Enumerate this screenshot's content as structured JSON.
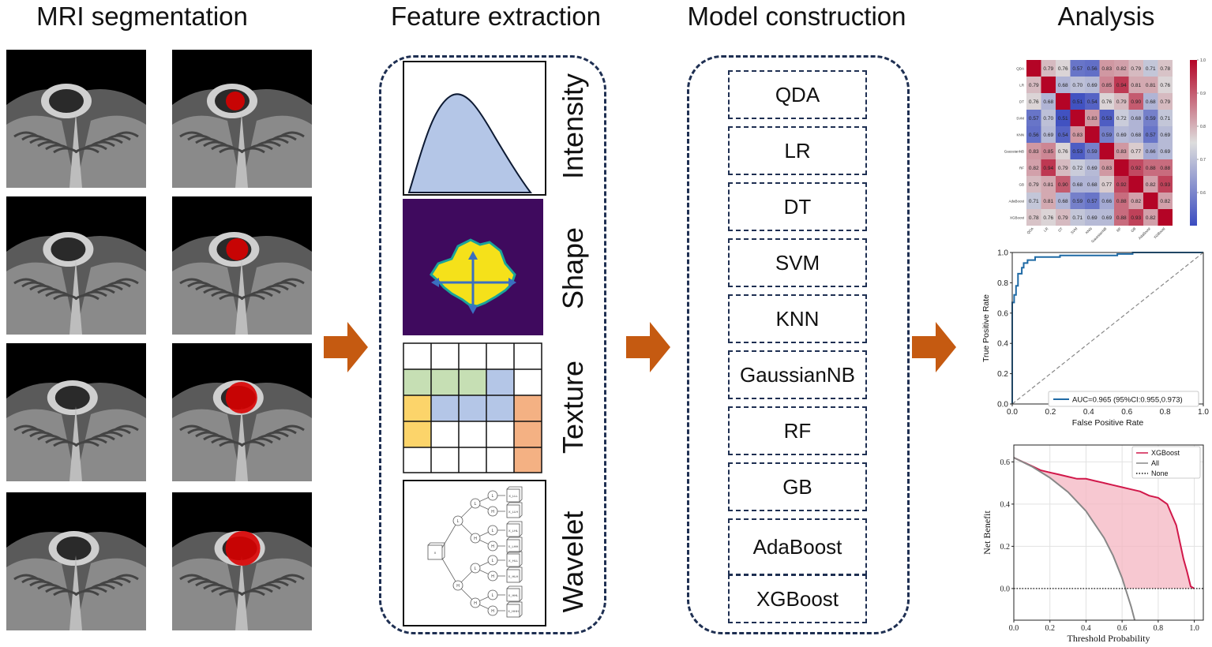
{
  "titles": {
    "mri": "MRI segmentation",
    "features": "Feature extraction",
    "models": "Model construction",
    "analysis": "Analysis"
  },
  "features": [
    "Intensity",
    "Shape",
    "Texture",
    "Wavelet"
  ],
  "models": [
    "QDA",
    "LR",
    "DT",
    "SVM",
    "KNN",
    "GaussianNB",
    "RF",
    "GB",
    "AdaBoost",
    "XGBoost"
  ],
  "colors": {
    "arrow": "#c55a11",
    "dash": "#1e2f52",
    "tumor": "#d80000",
    "shape_bg": "#3f0a5e",
    "shape_fg": "#f5e11a"
  },
  "wavelet": {
    "root": "X",
    "level1": [
      "L",
      "H"
    ],
    "level2": [
      "L",
      "H",
      "L",
      "H"
    ],
    "leaves": [
      "X_LLL",
      "X_LLH",
      "X_LHL",
      "X_LHH",
      "X_HLL",
      "X_HLH",
      "X_HHL",
      "X_HHH"
    ]
  },
  "chart_data": [
    {
      "type": "heatmap",
      "labels": [
        "QDA",
        "LR",
        "DT",
        "SVM",
        "KNN",
        "GaussianNB",
        "RF",
        "GB",
        "AdaBoost",
        "XGBoost"
      ],
      "matrix": [
        [
          1.0,
          0.79,
          0.76,
          0.57,
          0.56,
          0.83,
          0.82,
          0.79,
          0.71,
          0.78
        ],
        [
          0.79,
          1.0,
          0.68,
          0.7,
          0.69,
          0.85,
          0.94,
          0.81,
          0.81,
          0.76
        ],
        [
          0.76,
          0.68,
          1.0,
          0.51,
          0.54,
          0.76,
          0.79,
          0.9,
          0.68,
          0.79
        ],
        [
          0.57,
          0.7,
          0.51,
          1.0,
          0.83,
          0.53,
          0.72,
          0.68,
          0.59,
          0.71
        ],
        [
          0.56,
          0.69,
          0.54,
          0.83,
          1.0,
          0.59,
          0.69,
          0.68,
          0.57,
          0.69
        ],
        [
          0.83,
          0.85,
          0.76,
          0.53,
          0.59,
          1.0,
          0.83,
          0.77,
          0.66,
          0.69
        ],
        [
          0.82,
          0.94,
          0.79,
          0.72,
          0.69,
          0.83,
          1.0,
          0.92,
          0.88,
          0.88
        ],
        [
          0.79,
          0.81,
          0.9,
          0.68,
          0.68,
          0.77,
          0.92,
          1.0,
          0.82,
          0.93
        ],
        [
          0.71,
          0.81,
          0.68,
          0.59,
          0.57,
          0.66,
          0.88,
          0.82,
          1.0,
          0.82
        ],
        [
          0.78,
          0.76,
          0.79,
          0.71,
          0.69,
          0.69,
          0.88,
          0.93,
          0.82,
          1.0
        ]
      ],
      "colorbar_ticks": [
        1.0,
        0.9,
        0.8,
        0.7,
        0.6
      ],
      "range": [
        0.5,
        1.0
      ]
    },
    {
      "type": "line",
      "xlabel": "False Positive Rate",
      "ylabel": "True Positive Rate",
      "xlim": [
        0,
        1
      ],
      "ylim": [
        0,
        1
      ],
      "xticks": [
        "0.0",
        "0.2",
        "0.4",
        "0.6",
        "0.8",
        "1.0"
      ],
      "yticks": [
        "0.0",
        "0.2",
        "0.4",
        "0.6",
        "0.8",
        "1.0"
      ],
      "legend": "AUC=0.965 (95%CI:0.955,0.973)",
      "legend_position": "bottom-right",
      "series": [
        {
          "name": "AUC=0.965 (95%CI:0.955,0.973)",
          "color": "#1f6aa5",
          "x": [
            0,
            0,
            0.01,
            0.01,
            0.02,
            0.02,
            0.03,
            0.03,
            0.05,
            0.05,
            0.06,
            0.06,
            0.08,
            0.08,
            0.12,
            0.12,
            0.25,
            0.25,
            0.55,
            0.55,
            0.63,
            0.63,
            1.0
          ],
          "y": [
            0,
            0.67,
            0.67,
            0.72,
            0.72,
            0.78,
            0.78,
            0.86,
            0.86,
            0.9,
            0.9,
            0.93,
            0.93,
            0.95,
            0.95,
            0.97,
            0.97,
            0.98,
            0.98,
            0.99,
            0.99,
            1.0,
            1.0
          ]
        },
        {
          "name": "",
          "color": "#888888",
          "dashed": true,
          "x": [
            0,
            1
          ],
          "y": [
            0,
            1
          ]
        }
      ]
    },
    {
      "type": "line",
      "xlabel": "Threshold Probability",
      "ylabel": "Net Benefit",
      "xlim": [
        0,
        1.05
      ],
      "ylim": [
        -0.15,
        0.68
      ],
      "xticks": [
        "0.0",
        "0.2",
        "0.4",
        "0.6",
        "0.8",
        "1.0"
      ],
      "yticks": [
        "0.0",
        "0.2",
        "0.4",
        "0.6"
      ],
      "legend_position": "top-right",
      "series": [
        {
          "name": "XGBoost",
          "color": "#d1184a",
          "x": [
            0.0,
            0.05,
            0.1,
            0.15,
            0.2,
            0.25,
            0.3,
            0.35,
            0.4,
            0.45,
            0.5,
            0.55,
            0.6,
            0.65,
            0.7,
            0.75,
            0.8,
            0.85,
            0.88,
            0.9,
            0.92,
            0.94,
            0.96,
            0.98,
            1.0
          ],
          "y": [
            0.62,
            0.6,
            0.58,
            0.56,
            0.55,
            0.54,
            0.53,
            0.52,
            0.52,
            0.51,
            0.5,
            0.49,
            0.48,
            0.47,
            0.46,
            0.44,
            0.43,
            0.4,
            0.34,
            0.3,
            0.22,
            0.14,
            0.08,
            0.01,
            0.0
          ]
        },
        {
          "name": "All",
          "color": "#888888",
          "x": [
            0.0,
            0.1,
            0.2,
            0.3,
            0.4,
            0.5,
            0.55,
            0.6,
            0.65,
            0.67
          ],
          "y": [
            0.62,
            0.578,
            0.525,
            0.457,
            0.367,
            0.24,
            0.156,
            0.05,
            -0.086,
            -0.15
          ]
        },
        {
          "name": "None",
          "color": "#111111",
          "dotted": true,
          "x": [
            0,
            1.05
          ],
          "y": [
            0,
            0
          ]
        }
      ]
    }
  ]
}
